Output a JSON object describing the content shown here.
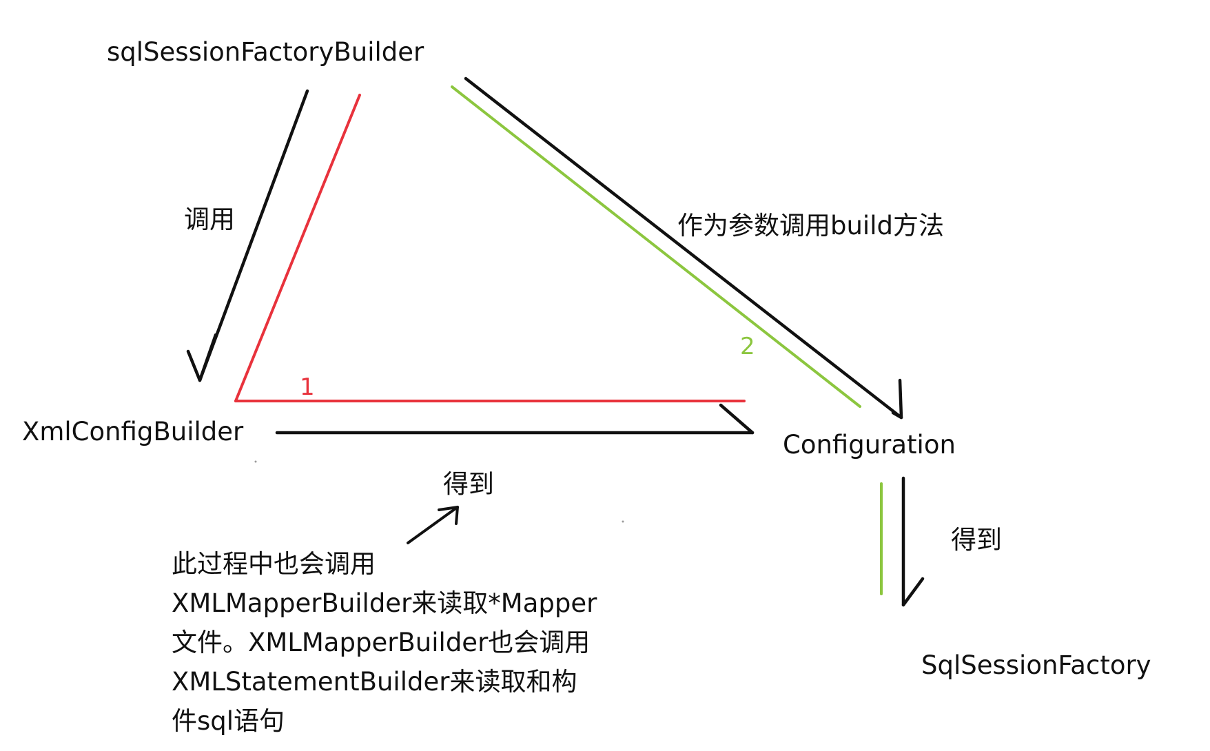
{
  "colors": {
    "black": "#111111",
    "red": "#e8323c",
    "green": "#8cc63f"
  },
  "nodes": {
    "sql_session_factory_builder": "sqlSessionFactoryBuilder",
    "xml_config_builder": "XmlConfigBuilder",
    "configuration": "Configuration",
    "sql_session_factory": "SqlSessionFactory"
  },
  "edges": {
    "call_label": "调用",
    "build_label": "作为参数调用build方法",
    "get_label_middle": "得到",
    "get_label_right": "得到"
  },
  "steps": {
    "step_1": "1",
    "step_2": "2"
  },
  "note": {
    "lines": [
      "此过程中也会调用",
      "XMLMapperBuilder来读取*Mapper",
      "文件。XMLMapperBuilder也会调用",
      "XMLStatementBuilder来读取和构",
      "件sql语句"
    ]
  }
}
